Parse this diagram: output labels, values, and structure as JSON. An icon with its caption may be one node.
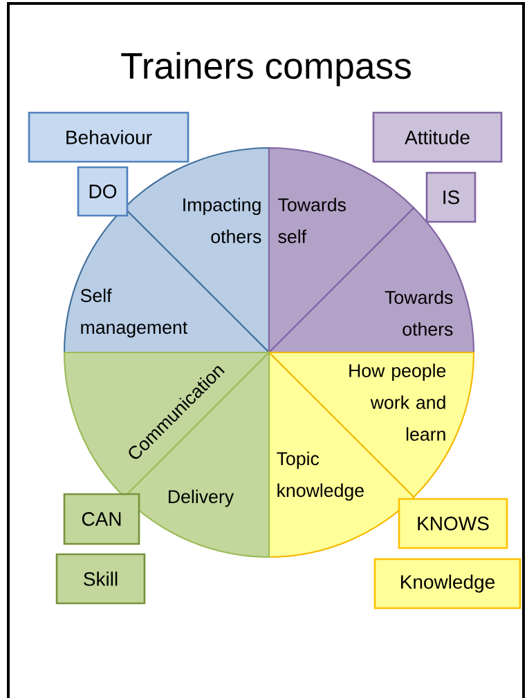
{
  "diagram": {
    "title": "Trainers compass",
    "nodes": [
      {
        "text": [
          "Behaviour"
        ]
      },
      {
        "text": [
          "Attitude"
        ]
      },
      {
        "text": [
          "DO"
        ]
      },
      {
        "text": [
          "IS"
        ]
      },
      {
        "text": [
          "Impacting others"
        ]
      },
      {
        "text": [
          "Towards self"
        ]
      },
      {
        "text": [
          "Self management"
        ]
      },
      {
        "text": [
          "Towards others"
        ]
      },
      {
        "text": [
          "Communication"
        ]
      },
      {
        "text": [
          "How people work and learn"
        ]
      },
      {
        "text": [
          "Topic knowledge"
        ]
      },
      {
        "text": [
          "Delivery"
        ]
      },
      {
        "text": [
          "KNOWS"
        ]
      },
      {
        "text": [
          "CAN"
        ]
      },
      {
        "text": [
          "Skill"
        ]
      },
      {
        "text": [
          "Knowledge"
        ]
      }
    ]
  }
}
